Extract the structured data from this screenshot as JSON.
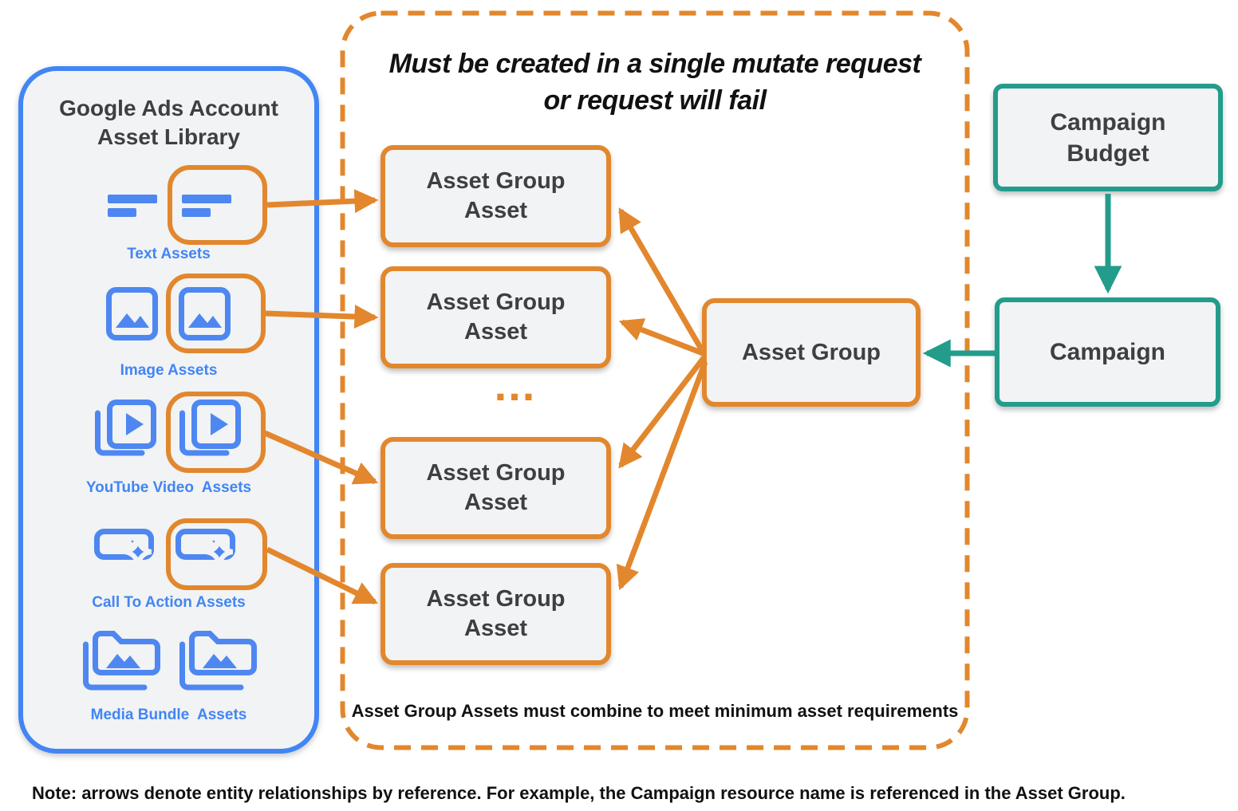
{
  "colors": {
    "blue": "#4285F4",
    "icon_blue": "#4E87F1",
    "orange": "#E2872D",
    "teal": "#239C8B",
    "box_fill": "#F1F3F4",
    "text_dark": "#3C4043",
    "ink": "#111111"
  },
  "library_panel": {
    "title": "Google Ads Account\nAsset Library",
    "items": [
      {
        "label": "Text Assets",
        "icon": "text-asset-icon"
      },
      {
        "label": "Image Assets",
        "icon": "image-asset-icon"
      },
      {
        "label": "YouTube Video  Assets",
        "icon": "youtube-video-asset-icon"
      },
      {
        "label": "Call To Action Assets",
        "icon": "call-to-action-asset-icon"
      },
      {
        "label": "Media Bundle  Assets",
        "icon": "media-bundle-asset-icon"
      }
    ]
  },
  "mutate_panel": {
    "title": "Must be created in a single mutate request\nor request will fail",
    "asset_group_assets": [
      "Asset Group Asset",
      "Asset Group Asset",
      "Asset Group Asset",
      "Asset Group Asset"
    ],
    "ellipsis": "...",
    "asset_group_label": "Asset Group",
    "footnote": "Asset Group Assets must combine to meet minimum asset requirements"
  },
  "campaign_flow": {
    "campaign_budget_label": "Campaign\nBudget",
    "campaign_label": "Campaign"
  },
  "footer_note": "Note: arrows denote entity relationships by reference. For example, the Campaign resource name is referenced in the Asset Group."
}
